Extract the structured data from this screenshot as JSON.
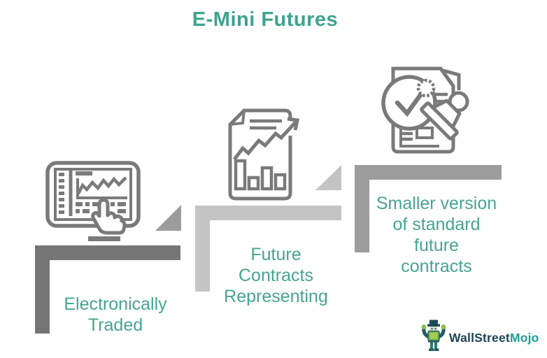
{
  "title": "E-Mini Futures",
  "steps": [
    {
      "label": "Electronically\nTraded",
      "icon": "trading-screen-icon"
    },
    {
      "label": "Future\nContracts\nRepresenting",
      "icon": "chart-report-icon"
    },
    {
      "label": "Smaller version\nof standard\nfuture\ncontracts",
      "icon": "stamped-document-icon"
    }
  ],
  "colors": {
    "title_teal": "#3fa38e",
    "label_teal": "#47a492",
    "step1_gray": "#757575",
    "step2_gray": "#c4c4c4",
    "step3_gray": "#9c9c9c",
    "icon_gray": "#7a7a7a"
  },
  "logo": {
    "brand_primary": "WallStreet",
    "brand_secondary": "Mojo",
    "brand_primary_color": "#1e4455",
    "brand_secondary_color": "#19a295",
    "mascot": "wallstreetmojo-mascot-icon"
  }
}
